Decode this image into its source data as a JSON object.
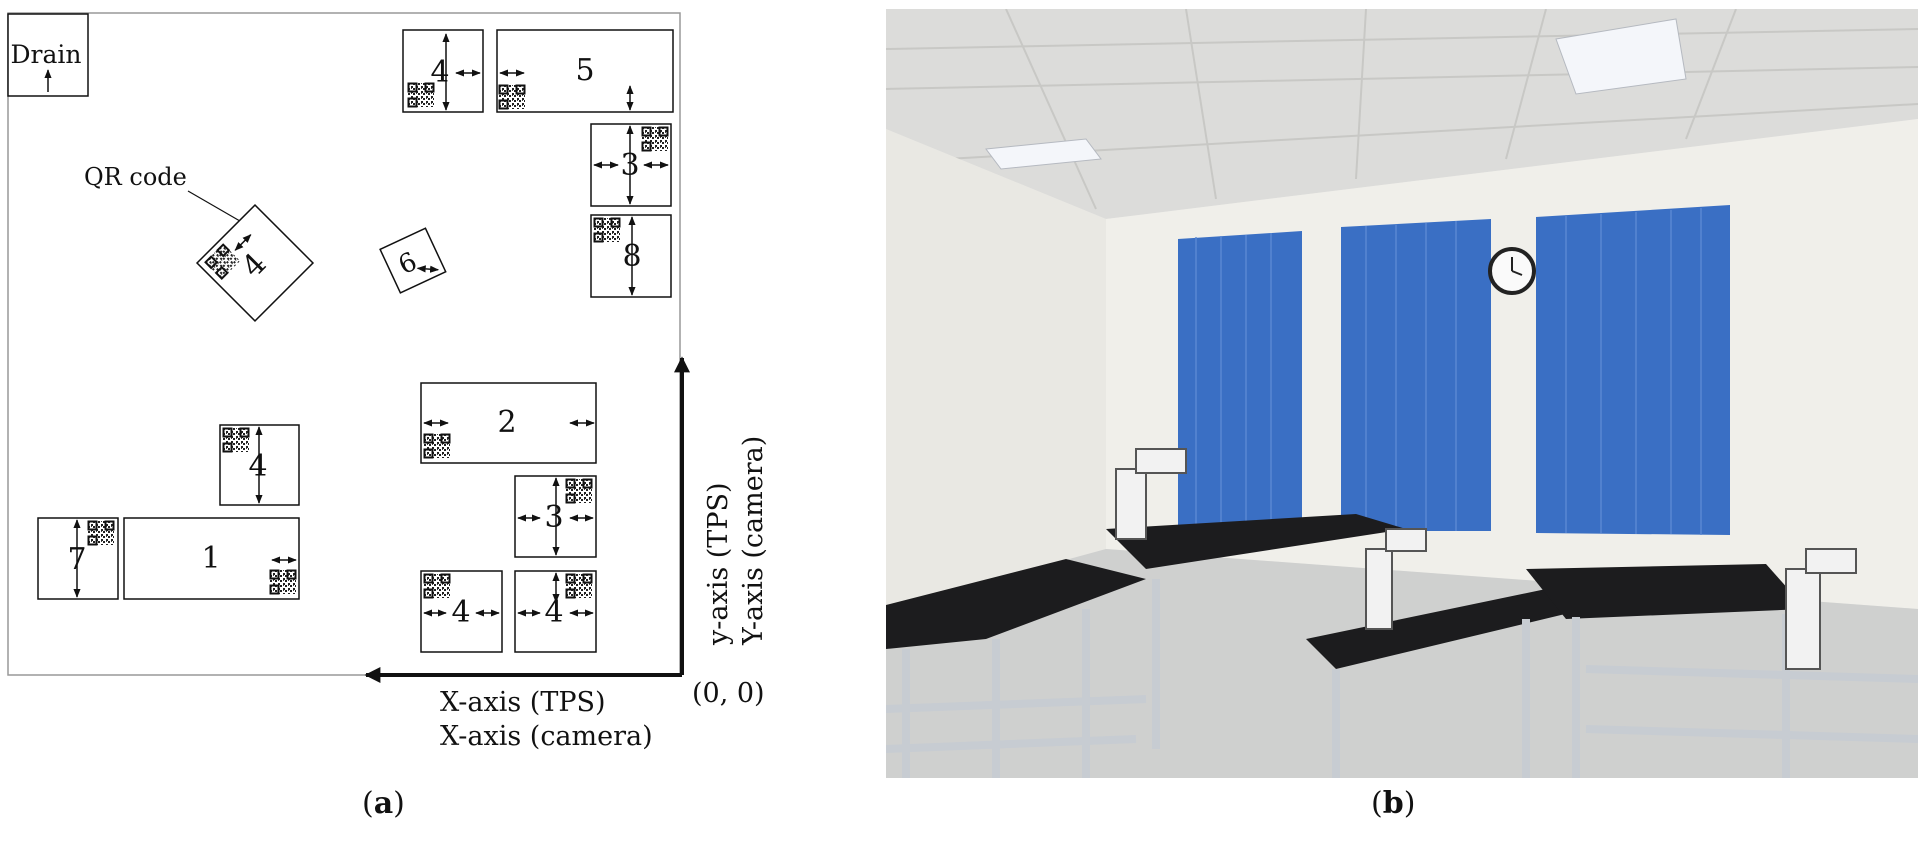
{
  "panel_a": {
    "caption": {
      "open": "(",
      "letter": "a",
      "close": ")"
    },
    "drain_label": "Drain",
    "qr_label": "QR code",
    "stations": {
      "s4_top": "4",
      "s5": "5",
      "s3_right": "3",
      "s8": "8",
      "s4_rot": "4",
      "s6": "6",
      "s2": "2",
      "s4_mid": "4",
      "s3_low": "3",
      "s7": "7",
      "s1": "1",
      "s4_bl": "4",
      "s4_br": "4"
    },
    "y_axis": {
      "line1": "y-axis (TPS)",
      "line2": "Y-axis (camera)"
    },
    "x_axis": {
      "line1": "X-axis (TPS)",
      "line2": "X-axis (camera)"
    },
    "origin": "(0, 0)"
  },
  "panel_b": {
    "caption": {
      "open": "(",
      "letter": "b",
      "close": ")"
    },
    "colors": {
      "ceiling": "#dcdcda",
      "wall": "#ecebe6",
      "blind": "#3a6fc4",
      "frame": "#c7ccd2",
      "tabletop": "#1c1c1e",
      "floor": "#cfd0cf"
    }
  }
}
